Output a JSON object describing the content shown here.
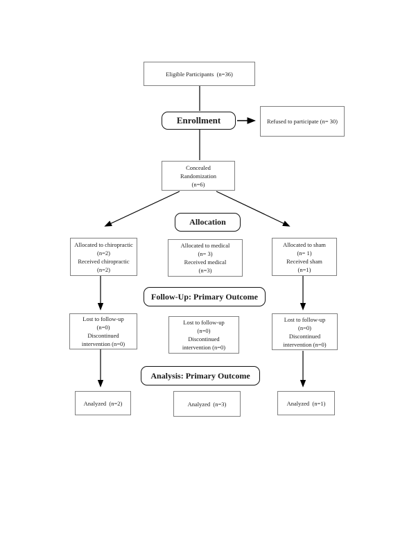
{
  "colors": {
    "background": "#ffffff",
    "plain_box_border": "#7f7f7f",
    "label_box_border": "#111111",
    "connector": "#000000",
    "text": "#1a1a1a"
  },
  "flow": {
    "eligible": {
      "lines": [
        "Eligible Participants  (n=36)"
      ]
    },
    "enrollment_label": "Enrollment",
    "refused": {
      "lines": [
        "Refused to participate (n= 30)"
      ]
    },
    "randomization": {
      "line1": "Concealed",
      "line2": "Randomization",
      "n": "(n=6)"
    },
    "allocation_label": "Allocation",
    "alloc_chiropractic": {
      "lines": [
        "Allocated to chiropractic",
        "(n=2)",
        "Received chiropractic",
        "(n=2)"
      ]
    },
    "alloc_medical": {
      "lines": [
        "Allocated to medical",
        "(n= 3)",
        "Received medical",
        "(n=3)"
      ]
    },
    "alloc_sham": {
      "lines": [
        "Allocated to sham",
        "(n= 1)",
        "Received sham",
        "(n=1)"
      ]
    },
    "followup_label": "Follow-Up: Primary Outcome",
    "followup_left": {
      "lines": [
        "Lost to follow-up",
        "(n=0)",
        "Discontinued",
        "intervention (n=0)"
      ]
    },
    "followup_middle": {
      "lines": [
        "Lost to follow-up",
        "(n=0)",
        "Discontinued",
        "intervention (n=0)"
      ]
    },
    "followup_right": {
      "lines": [
        "Lost to follow-up",
        "(n=0)",
        "Discontinued",
        "intervention (n=0)"
      ]
    },
    "analysis_label": "Analysis: Primary Outcome",
    "analyzed_left": {
      "lines": [
        "Analyzed  (n=2)"
      ]
    },
    "analyzed_middle": {
      "lines": [
        "Analyzed  (n=3)"
      ]
    },
    "analyzed_right": {
      "lines": [
        "Analyzed  (n=1)"
      ]
    }
  }
}
